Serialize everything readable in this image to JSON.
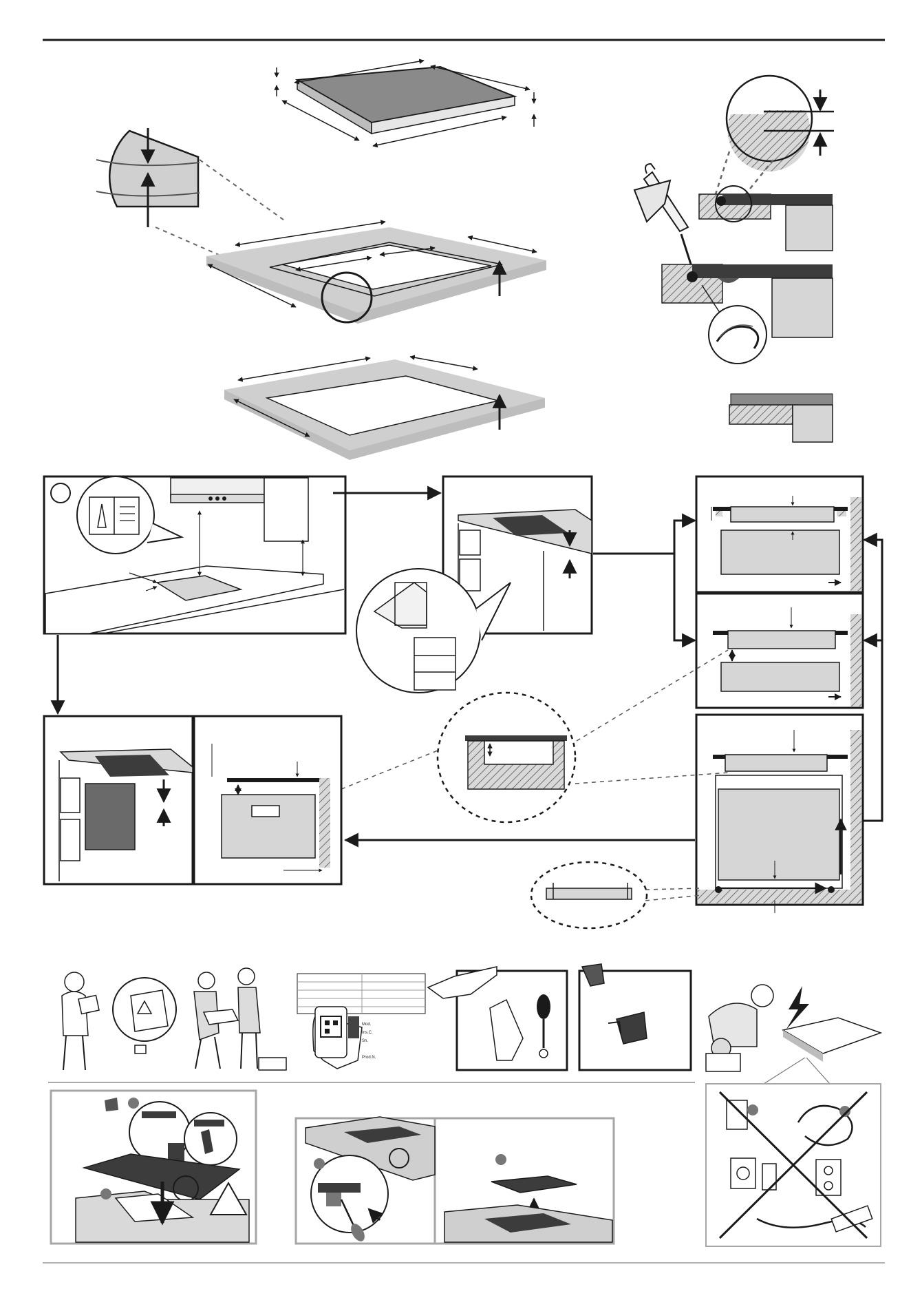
{
  "colors": {
    "ink": "#1a1a1a",
    "hob_dark": "#3c3c3c",
    "hob_mid": "#8a8a8a",
    "counter": "#c8c8c8",
    "cabinet": "#d6d6d6",
    "panel_border": "#a6a6a6",
    "page": "#ffffff"
  },
  "rating_plate": {
    "labels": [
      "Mod.",
      "Ins.C.",
      "Sn.",
      "Prod.N."
    ]
  },
  "steps": {
    "first_step_marker": "",
    "extraction_marker": "",
    "lift_marker": "",
    "clip_marker": "",
    "place_marker": ""
  },
  "icons": [
    "warning-triangle-icon",
    "manual-book-icon",
    "lightning-icon",
    "qr-code-icon",
    "prohibited-cross-icon"
  ]
}
